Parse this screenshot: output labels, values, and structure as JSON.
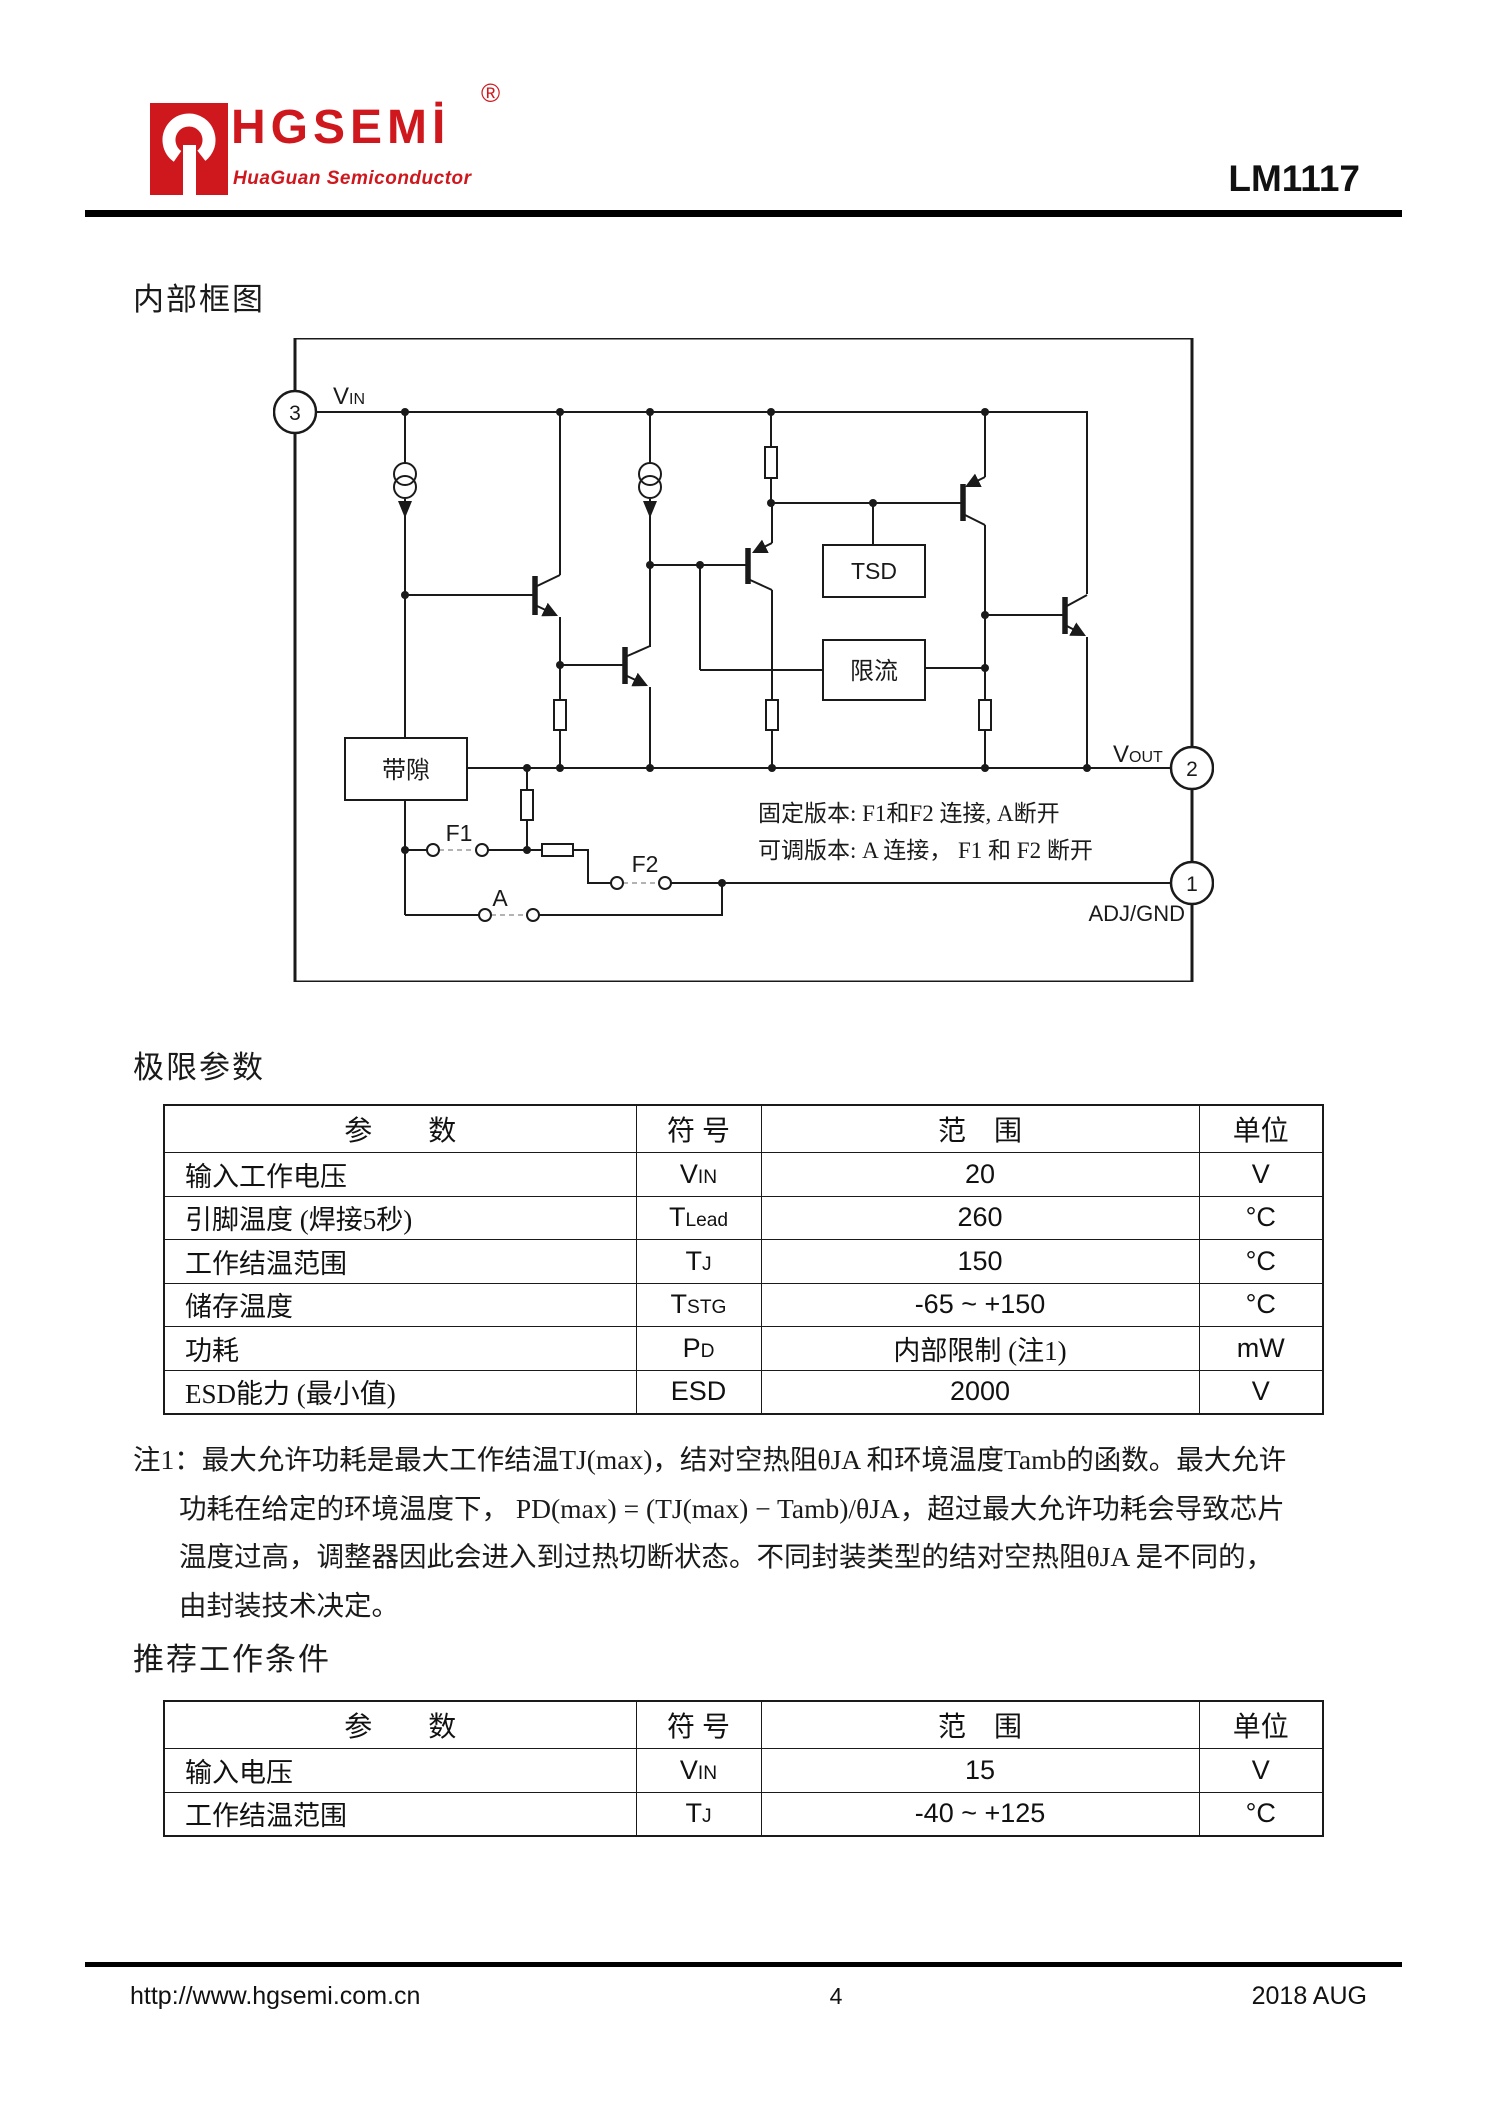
{
  "header": {
    "brand_color": "#CE181E",
    "logo_text": "HGSEMİ",
    "registered_mark": "®",
    "logo_tagline": "HuaGuan Semiconductor",
    "part_number": "LM1117"
  },
  "diagram": {
    "title": "内部框图",
    "pin3": {
      "num": "3",
      "label_main": "V",
      "label_sub": "IN"
    },
    "pin2": {
      "num": "2",
      "label_main": "V",
      "label_sub": "OUT"
    },
    "pin1": {
      "num": "1",
      "label": "ADJ/GND"
    },
    "blocks": {
      "tsd": "TSD",
      "current_limit": "限流",
      "bandgap": "带隙"
    },
    "switch_labels": {
      "f1": "F1",
      "f2": "F2",
      "a": "A"
    },
    "version_notes": {
      "fixed": "固定版本: F1和F2 连接, A断开",
      "adjustable": "可调版本: A 连接， F1 和 F2 断开"
    }
  },
  "limits": {
    "title": "极限参数",
    "headers": {
      "param": "参　　数",
      "symbol": "符 号",
      "range": "范　围",
      "unit": "单位"
    },
    "rows": [
      {
        "param": "输入工作电压",
        "sym_main": "V",
        "sym_sub": "IN",
        "range": "20",
        "unit": "V"
      },
      {
        "param": "引脚温度 (焊接5秒)",
        "sym_main": "T",
        "sym_sub": "Lead",
        "range": "260",
        "unit": "°C"
      },
      {
        "param": "工作结温范围",
        "sym_main": "T",
        "sym_sub": "J",
        "range": "150",
        "unit": "°C"
      },
      {
        "param": "储存温度",
        "sym_main": "T",
        "sym_sub": "STG",
        "range": "-65 ~ +150",
        "unit": "°C"
      },
      {
        "param": "功耗",
        "sym_main": "P",
        "sym_sub": "D",
        "range": "内部限制 (注1)",
        "unit": "mW"
      },
      {
        "param": "ESD能力 (最小值)",
        "sym_main": "ESD",
        "sym_sub": "",
        "range": "2000",
        "unit": "V"
      }
    ]
  },
  "note": {
    "label": "注1：",
    "lines": [
      "最大允许功耗是最大工作结温TJ(max)，结对空热阻θJA 和环境温度Tamb的函数。最大允许",
      "功耗在给定的环境温度下， PD(max) = (TJ(max) − Tamb)/θJA，超过最大允许功耗会导致芯片",
      "温度过高，调整器因此会进入到过热切断状态。不同封装类型的结对空热阻θJA 是不同的，",
      "由封装技术决定。"
    ]
  },
  "recommended": {
    "title": "推荐工作条件",
    "headers": {
      "param": "参　　数",
      "symbol": "符 号",
      "range": "范　围",
      "unit": "单位"
    },
    "rows": [
      {
        "param": "输入电压",
        "sym_main": "V",
        "sym_sub": "IN",
        "range": "15",
        "unit": "V"
      },
      {
        "param": "工作结温范围",
        "sym_main": "T",
        "sym_sub": "J",
        "range": "-40 ~ +125",
        "unit": "°C"
      }
    ]
  },
  "footer": {
    "url": "http://www.hgsemi.com.cn",
    "page": "4",
    "date": "2018 AUG"
  }
}
